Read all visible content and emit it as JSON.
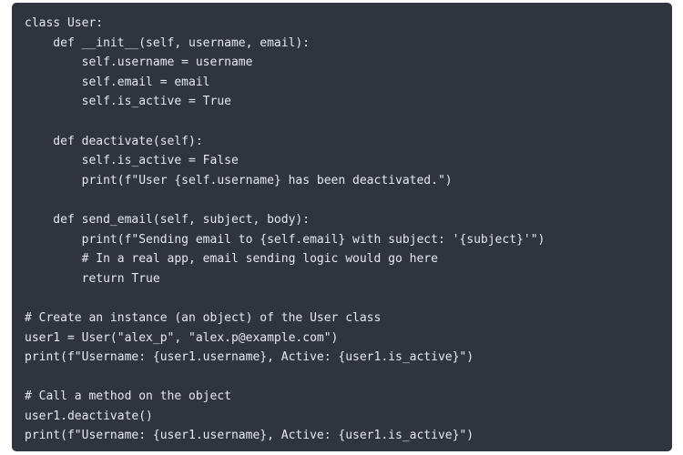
{
  "code": {
    "language": "python",
    "lines": [
      "class User:",
      "    def __init__(self, username, email):",
      "        self.username = username",
      "        self.email = email",
      "        self.is_active = True",
      "",
      "    def deactivate(self):",
      "        self.is_active = False",
      "        print(f\"User {self.username} has been deactivated.\")",
      "",
      "    def send_email(self, subject, body):",
      "        print(f\"Sending email to {self.email} with subject: '{subject}'\")",
      "        # In a real app, email sending logic would go here",
      "        return True",
      "",
      "# Create an instance (an object) of the User class",
      "user1 = User(\"alex_p\", \"alex.p@example.com\")",
      "print(f\"Username: {user1.username}, Active: {user1.is_active}\")",
      "",
      "# Call a method on the object",
      "user1.deactivate()",
      "print(f\"Username: {user1.username}, Active: {user1.is_active}\")"
    ]
  },
  "colors": {
    "code_background": "#2f343f",
    "code_text": "#e6e9ee",
    "page_background": "#ffffff"
  }
}
